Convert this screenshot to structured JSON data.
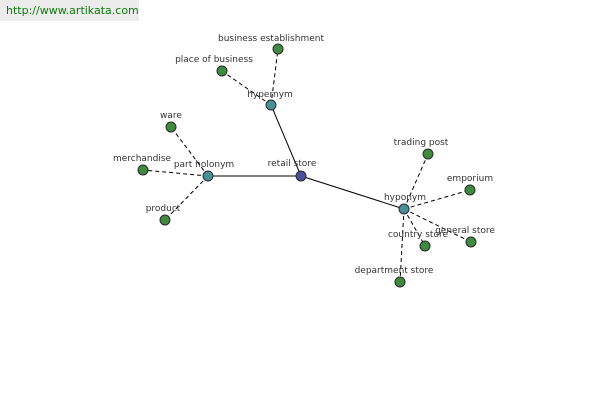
{
  "banner": {
    "url": "http://www.artikata.com"
  },
  "colors": {
    "root": "#4a4f9a",
    "relation": "#4a8f98",
    "leaf": "#3f8a3f",
    "banner_text": "#0d7a0d",
    "banner_bg": "#ececec"
  },
  "graph": {
    "nodes": [
      {
        "id": "retail-store",
        "label": "retail store",
        "kind": "root"
      },
      {
        "id": "hypernym",
        "label": "hypernym",
        "kind": "relation"
      },
      {
        "id": "part-holonym",
        "label": "part holonym",
        "kind": "relation"
      },
      {
        "id": "hyponym",
        "label": "hyponym",
        "kind": "relation"
      },
      {
        "id": "business-establishment",
        "label": "business establishment",
        "kind": "leaf"
      },
      {
        "id": "place-of-business",
        "label": "place of business",
        "kind": "leaf"
      },
      {
        "id": "ware",
        "label": "ware",
        "kind": "leaf"
      },
      {
        "id": "merchandise",
        "label": "merchandise",
        "kind": "leaf"
      },
      {
        "id": "product",
        "label": "product",
        "kind": "leaf"
      },
      {
        "id": "trading-post",
        "label": "trading post",
        "kind": "leaf"
      },
      {
        "id": "emporium",
        "label": "emporium",
        "kind": "leaf"
      },
      {
        "id": "general-store",
        "label": "general store",
        "kind": "leaf"
      },
      {
        "id": "country-store",
        "label": "country store",
        "kind": "leaf"
      },
      {
        "id": "department-store",
        "label": "department store",
        "kind": "leaf"
      }
    ],
    "edges": [
      {
        "from": "retail-store",
        "to": "hypernym",
        "style": "solid"
      },
      {
        "from": "retail-store",
        "to": "part-holonym",
        "style": "solid"
      },
      {
        "from": "retail-store",
        "to": "hyponym",
        "style": "solid"
      },
      {
        "from": "hypernym",
        "to": "business-establishment",
        "style": "dashed"
      },
      {
        "from": "hypernym",
        "to": "place-of-business",
        "style": "dashed"
      },
      {
        "from": "part-holonym",
        "to": "ware",
        "style": "dashed"
      },
      {
        "from": "part-holonym",
        "to": "merchandise",
        "style": "dashed"
      },
      {
        "from": "part-holonym",
        "to": "product",
        "style": "dashed"
      },
      {
        "from": "hyponym",
        "to": "trading-post",
        "style": "dashed"
      },
      {
        "from": "hyponym",
        "to": "emporium",
        "style": "dashed"
      },
      {
        "from": "hyponym",
        "to": "general-store",
        "style": "dashed"
      },
      {
        "from": "hyponym",
        "to": "country-store",
        "style": "dashed"
      },
      {
        "from": "hyponym",
        "to": "department-store",
        "style": "dashed"
      }
    ]
  }
}
